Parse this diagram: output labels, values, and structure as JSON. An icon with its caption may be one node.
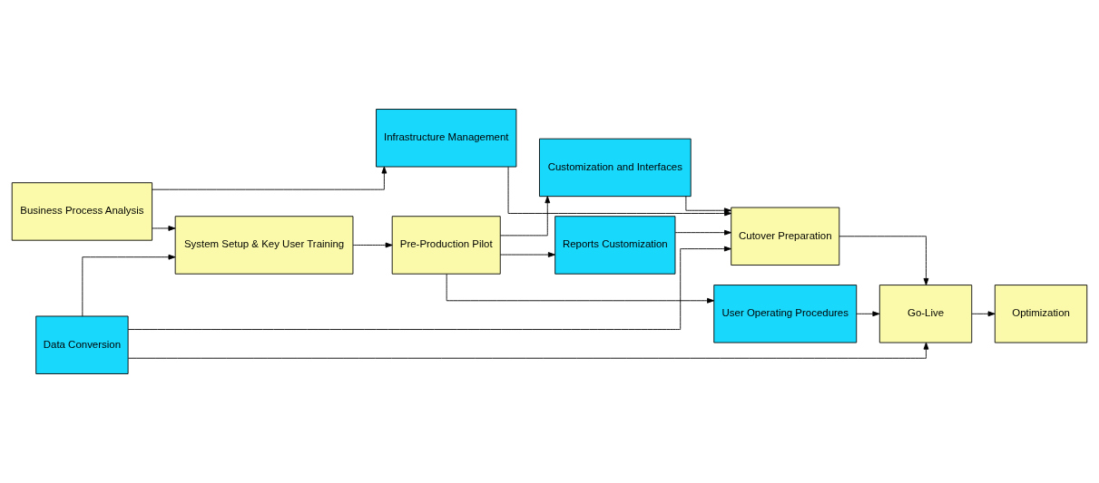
{
  "diagram": {
    "nodes": [
      {
        "text": [
          "Business Process Analysis"
        ]
      },
      {
        "text": [
          "System Setup & Key User Training"
        ]
      },
      {
        "text": [
          "Pre-Production Pilot"
        ]
      },
      {
        "text": [
          "User Operating Procedures"
        ]
      },
      {
        "text": [
          "Reports Customization"
        ]
      },
      {
        "text": [
          "Customization and Interfaces"
        ]
      },
      {
        "text": [
          "Cutover Preparation"
        ]
      },
      {
        "text": [
          "Go-Live"
        ]
      },
      {
        "text": [
          "Optimization"
        ]
      },
      {
        "text": [
          "Data Conversion"
        ]
      },
      {
        "text": [
          "Infrastructure Management"
        ]
      }
    ],
    "edges": [
      {
        "from": 0,
        "to": 1,
        "arrow": "to"
      },
      {
        "from": 9,
        "to": 1,
        "arrow": "to"
      },
      {
        "from": 0,
        "to": 10,
        "arrow": "to"
      },
      {
        "from": 1,
        "to": 2,
        "arrow": "to"
      },
      {
        "from": 2,
        "to": 3,
        "arrow": "to"
      },
      {
        "from": 2,
        "to": 4,
        "arrow": "to"
      },
      {
        "from": 2,
        "to": 5,
        "arrow": "to"
      },
      {
        "from": 3,
        "to": 7,
        "arrow": "to"
      },
      {
        "from": 4,
        "to": 6,
        "arrow": "to"
      },
      {
        "from": 5,
        "to": 6,
        "arrow": "to"
      },
      {
        "from": 10,
        "to": 6,
        "arrow": "to"
      },
      {
        "from": 9,
        "to": 6,
        "arrow": "to"
      },
      {
        "from": 9,
        "to": 7,
        "arrow": "to"
      },
      {
        "from": 6,
        "to": 7,
        "arrow": "to"
      },
      {
        "from": 7,
        "to": 8,
        "arrow": "to"
      }
    ]
  }
}
